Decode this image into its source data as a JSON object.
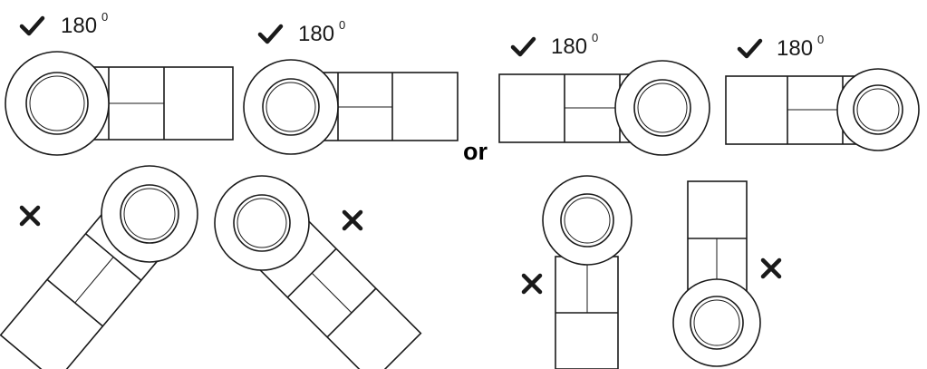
{
  "diagram": {
    "angle_label": "180",
    "angle_unit": "0",
    "separator": "or",
    "correct_mark_icon": "check-icon",
    "incorrect_mark_icon": "cross-icon",
    "correct_count": 4,
    "incorrect_count": 4
  }
}
